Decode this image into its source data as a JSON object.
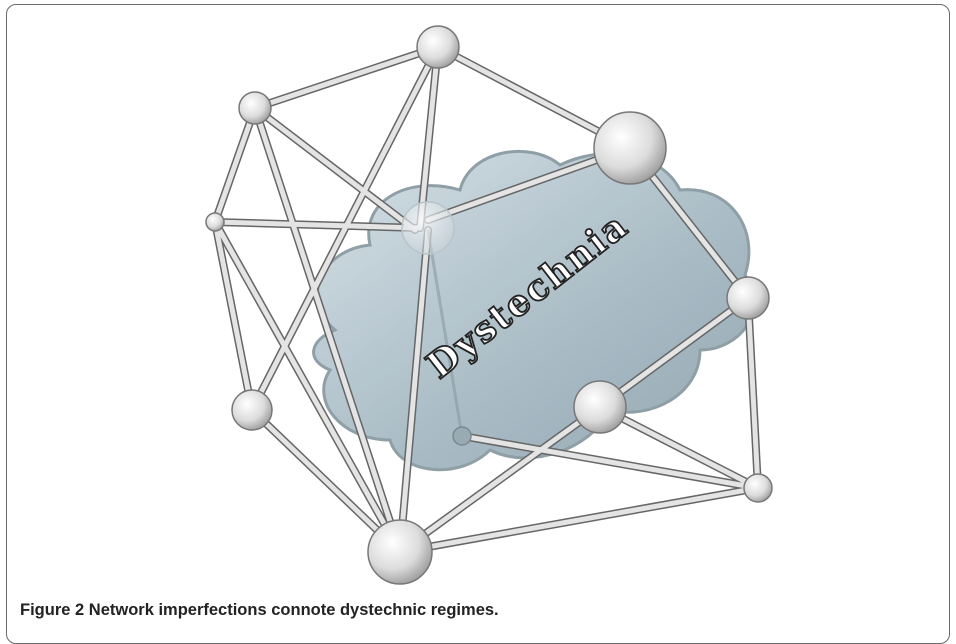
{
  "figure": {
    "label": "Figure 2",
    "caption": " Network imperfections connote dystechnic regimes."
  },
  "diagram": {
    "cloud_label": "Dystechnia",
    "colors": {
      "cloud_fill": "#a9bcc6",
      "node_fill": "#e2e2e2",
      "edge_fill": "#dcdcdc",
      "outline": "#555555"
    }
  }
}
